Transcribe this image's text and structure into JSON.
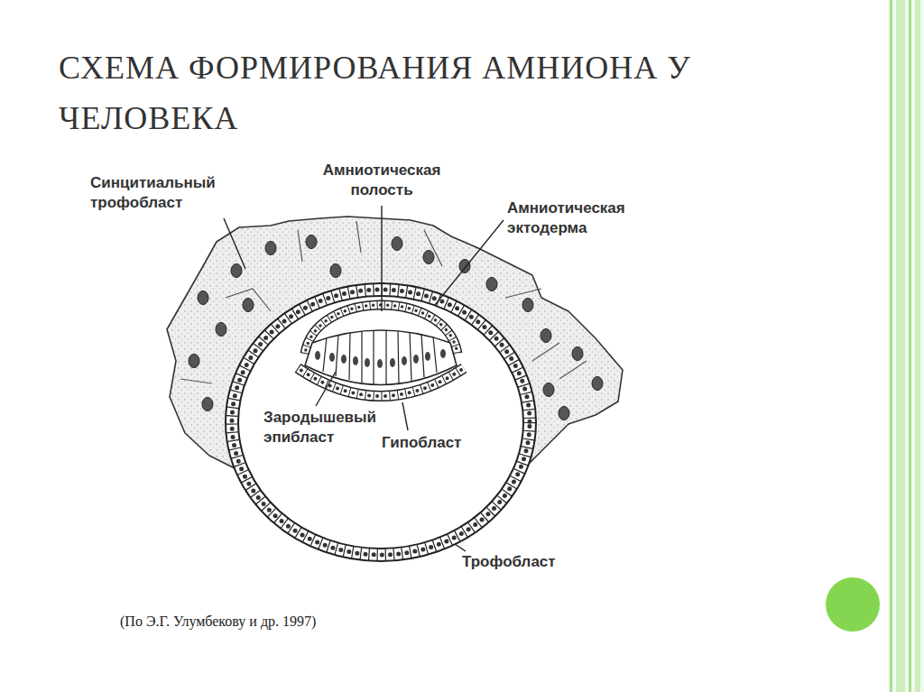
{
  "diagram": {
    "title": "СХЕМА ФОРМИРОВАНИЯ АМНИОНА У ЧЕЛОВЕКА",
    "caption": "(По Э.Г. Улумбекову и др. 1997)",
    "labels": [
      "Синцитиальный трофобласт",
      "Амниотическая полость",
      "Амниотическая эктодерма",
      "Зародышевый эпибласт",
      "Гипобласт",
      "Трофобласт"
    ]
  }
}
